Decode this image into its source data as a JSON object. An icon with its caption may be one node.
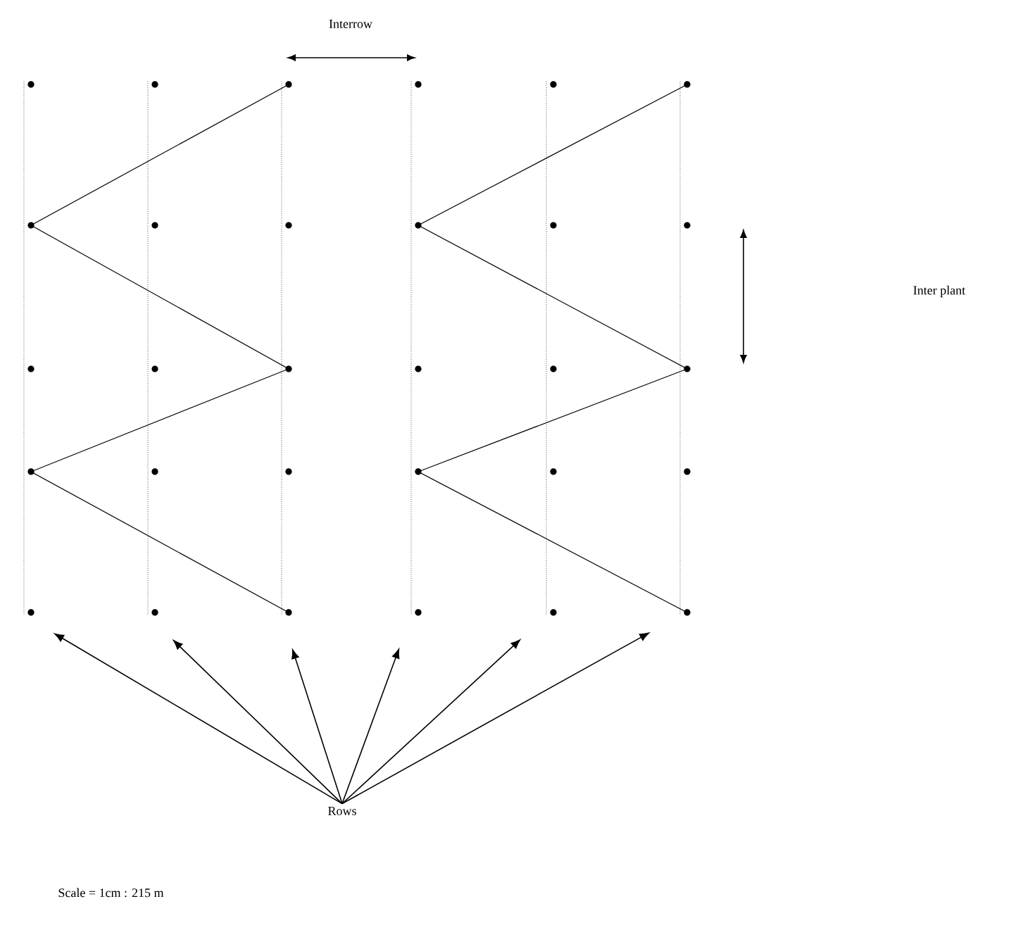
{
  "diagram": {
    "nodes": [
      {
        "text": [],
        "shape": "line"
      },
      {
        "text": [],
        "shape": "line"
      },
      {
        "text": [],
        "shape": "line"
      },
      {
        "text": [],
        "shape": "line"
      },
      {
        "text": [],
        "shape": "line"
      },
      {
        "text": [],
        "shape": "line"
      },
      {
        "text": [
          "Rows"
        ]
      }
    ],
    "edges": [
      {
        "from": 6,
        "to": 0,
        "arrow": "to"
      },
      {
        "from": 6,
        "to": 1,
        "arrow": "to"
      },
      {
        "from": 6,
        "to": 2,
        "arrow": "to"
      },
      {
        "from": 6,
        "to": 3,
        "arrow": "to"
      },
      {
        "from": 6,
        "to": 4,
        "arrow": "to"
      },
      {
        "from": 6,
        "to": 5,
        "arrow": "to"
      }
    ],
    "labels": [
      "Interrow",
      "Inter plant",
      "Scale = 1cm : 215 m"
    ]
  }
}
